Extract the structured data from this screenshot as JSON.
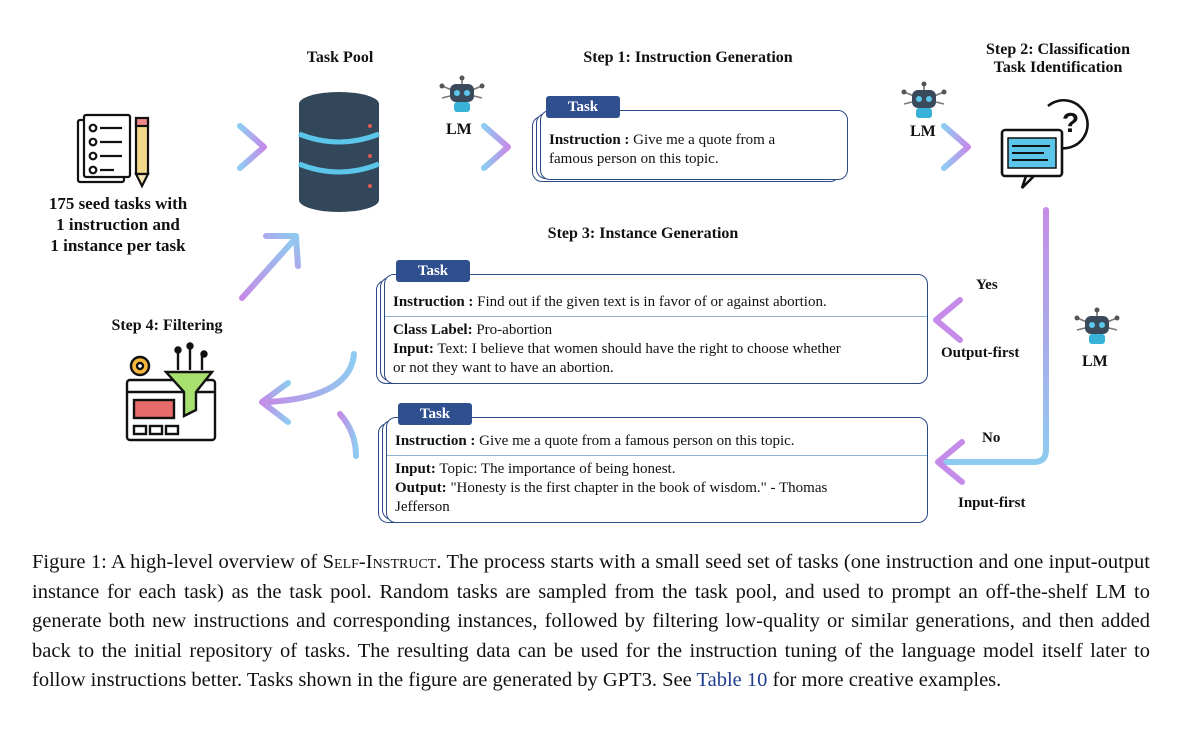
{
  "diagram": {
    "task_pool_label": "Task Pool",
    "seed_text": [
      "175 seed tasks with",
      "1 instruction and",
      "1 instance per task"
    ],
    "step1_title": "Step 1: Instruction Generation",
    "step2_title": [
      "Step 2: Classification",
      "Task Identification"
    ],
    "step3_title": "Step 3: Instance Generation",
    "step4_title": "Step 4: Filtering",
    "lm_label": "LM",
    "yes_label": "Yes",
    "no_label": "No",
    "output_first_label": "Output-first",
    "input_first_label": "Input-first",
    "card1": {
      "tab": "Task",
      "instruction_key": "Instruction :",
      "instruction_text": " Give me a quote from a",
      "instruction_text2": "famous person on this topic."
    },
    "card2": {
      "tab": "Task",
      "instruction_key": "Instruction :",
      "instruction_text": " Find out if the given text is in favor of or against abortion.",
      "class_key": "Class Label:",
      "class_text": " Pro-abortion",
      "input_key": "Input:",
      "input_text": " Text: I believe that women should have the right to choose whether",
      "input_text2": "or not they want to have an abortion."
    },
    "card3": {
      "tab": "Task",
      "instruction_key": "Instruction :",
      "instruction_text": " Give me a quote from a famous person on this topic.",
      "input_key": "Input:",
      "input_text": " Topic: The importance of being honest.",
      "output_key": "Output:",
      "output_text": " \"Honesty is the first chapter in the book of wisdom.\" - Thomas",
      "output_text2": "Jefferson"
    }
  },
  "caption": {
    "prefix": "Figure 1: A high-level overview of ",
    "name": "Self-Instruct",
    "body": ". The process starts with a small seed set of tasks (one instruction and one input-output instance for each task) as the task pool. Random tasks are sampled from the task pool, and used to prompt an off-the-shelf LM to generate both new instructions and corresponding instances, followed by filtering low-quality or similar generations, and then added back to the initial repository of tasks. The resulting data can be used for the instruction tuning of the language model itself later to follow instructions better. Tasks shown in the figure are generated by GPT3. See ",
    "link": "Table 10",
    "suffix": " for more creative examples."
  },
  "colors": {
    "arrow_start": "#8ecbf0",
    "arrow_end": "#c58be8",
    "card_border": "#2c4a86",
    "tab_fill": "#2f4f8f",
    "separator": "#8fb2d6",
    "database": "#33475b",
    "database_stripe": "#5cc6ea",
    "link": "#1f3d8f"
  },
  "icons": [
    "checklist-icon",
    "database-icon",
    "robot-icon",
    "question-chat-icon",
    "filter-gear-icon"
  ]
}
